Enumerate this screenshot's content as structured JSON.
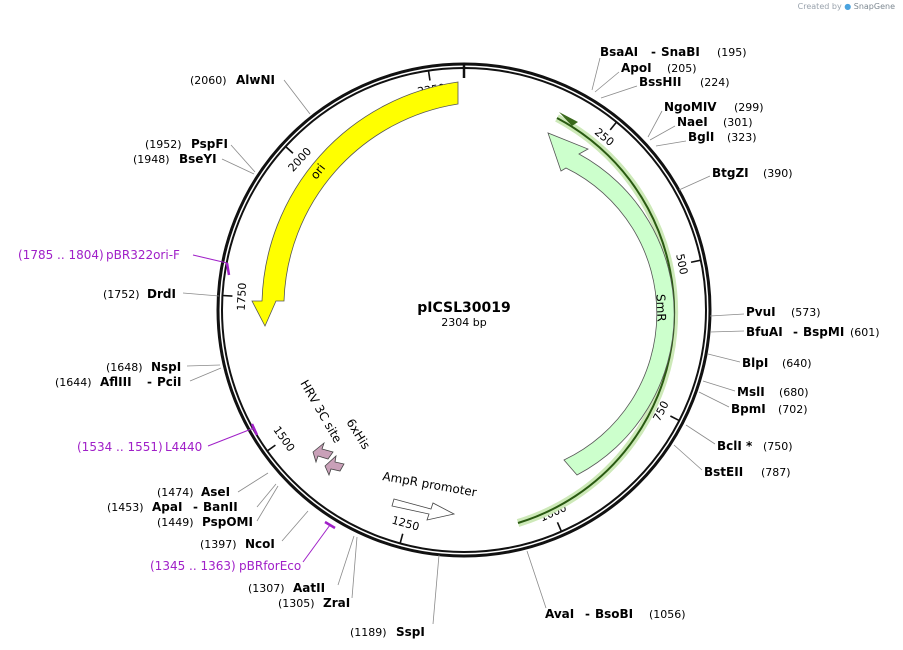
{
  "credit": {
    "prefix": "Created by",
    "brand": "SnapGene"
  },
  "plasmid": {
    "name": "pICSL30019",
    "length": "2304 bp",
    "total": 2304
  },
  "ticks": [
    {
      "pos": 250,
      "label": "250"
    },
    {
      "pos": 500,
      "label": "500"
    },
    {
      "pos": 750,
      "label": "750"
    },
    {
      "pos": 1000,
      "label": "1000"
    },
    {
      "pos": 1250,
      "label": "1250"
    },
    {
      "pos": 1500,
      "label": "1500"
    },
    {
      "pos": 1750,
      "label": "1750"
    },
    {
      "pos": 2000,
      "label": "2000"
    },
    {
      "pos": 2250,
      "label": "2250"
    }
  ],
  "features": [
    {
      "name": "SmR",
      "start": 1005,
      "end": 213,
      "dir": "rev",
      "color": "#ccffcc",
      "stroke": "#55aa55"
    },
    {
      "name": "ori",
      "start": 2282,
      "end": 1740,
      "dir": "rev",
      "color": "#ffff00",
      "stroke": "#888800"
    },
    {
      "name": "AmpR promoter",
      "color": "#ffffff",
      "stroke": "#555555"
    },
    {
      "name": "HRV 3C site",
      "color": "#c9a0b8",
      "stroke": "#555555"
    },
    {
      "name": "6xHis",
      "color": "#c9a0b8",
      "stroke": "#555555"
    }
  ],
  "right_sites": [
    {
      "names": [
        "BsaAI",
        "SnaBI"
      ],
      "pos": "(195)"
    },
    {
      "names": [
        "ApoI"
      ],
      "pos": "(205)"
    },
    {
      "names": [
        "BssHII"
      ],
      "pos": "(224)"
    },
    {
      "names": [
        "NgoMIV"
      ],
      "pos": "(299)"
    },
    {
      "names": [
        "NaeI"
      ],
      "pos": "(301)"
    },
    {
      "names": [
        "BglI"
      ],
      "pos": "(323)"
    },
    {
      "names": [
        "BtgZI"
      ],
      "pos": "(390)"
    },
    {
      "names": [
        "PvuI"
      ],
      "pos": "(573)"
    },
    {
      "names": [
        "BfuAI",
        "BspMI"
      ],
      "pos": "(601)"
    },
    {
      "names": [
        "BlpI"
      ],
      "pos": "(640)"
    },
    {
      "names": [
        "MslI"
      ],
      "pos": "(680)"
    },
    {
      "names": [
        "BpmI"
      ],
      "pos": "(702)"
    },
    {
      "names": [
        "BclI *"
      ],
      "pos": "(750)"
    },
    {
      "names": [
        "BstEII"
      ],
      "pos": "(787)"
    },
    {
      "names": [
        "AvaI",
        "BsoBI"
      ],
      "pos": "(1056)"
    }
  ],
  "left_sites": [
    {
      "names": [
        "AlwNI"
      ],
      "pos": "(2060)"
    },
    {
      "names": [
        "PspFI"
      ],
      "pos": "(1952)"
    },
    {
      "names": [
        "BseYI"
      ],
      "pos": "(1948)"
    },
    {
      "names": [
        "DrdI"
      ],
      "pos": "(1752)"
    },
    {
      "names": [
        "NspI"
      ],
      "pos": "(1648)"
    },
    {
      "names": [
        "AflIII",
        "PciI"
      ],
      "pos": "(1644)"
    },
    {
      "names": [
        "AseI"
      ],
      "pos": "(1474)"
    },
    {
      "names": [
        "ApaI",
        "BanII"
      ],
      "pos": "(1453)"
    },
    {
      "names": [
        "PspOMI"
      ],
      "pos": "(1449)"
    },
    {
      "names": [
        "NcoI"
      ],
      "pos": "(1397)"
    },
    {
      "names": [
        "AatII"
      ],
      "pos": "(1307)"
    },
    {
      "names": [
        "ZraI"
      ],
      "pos": "(1305)"
    },
    {
      "names": [
        "SspI"
      ],
      "pos": "(1189)"
    }
  ],
  "primers": [
    {
      "name": "pBR322ori-F",
      "range": "(1785 .. 1804)"
    },
    {
      "name": "L4440",
      "range": "(1534 .. 1551)"
    },
    {
      "name": "pBRforEco",
      "range": "(1345 .. 1363)"
    }
  ]
}
